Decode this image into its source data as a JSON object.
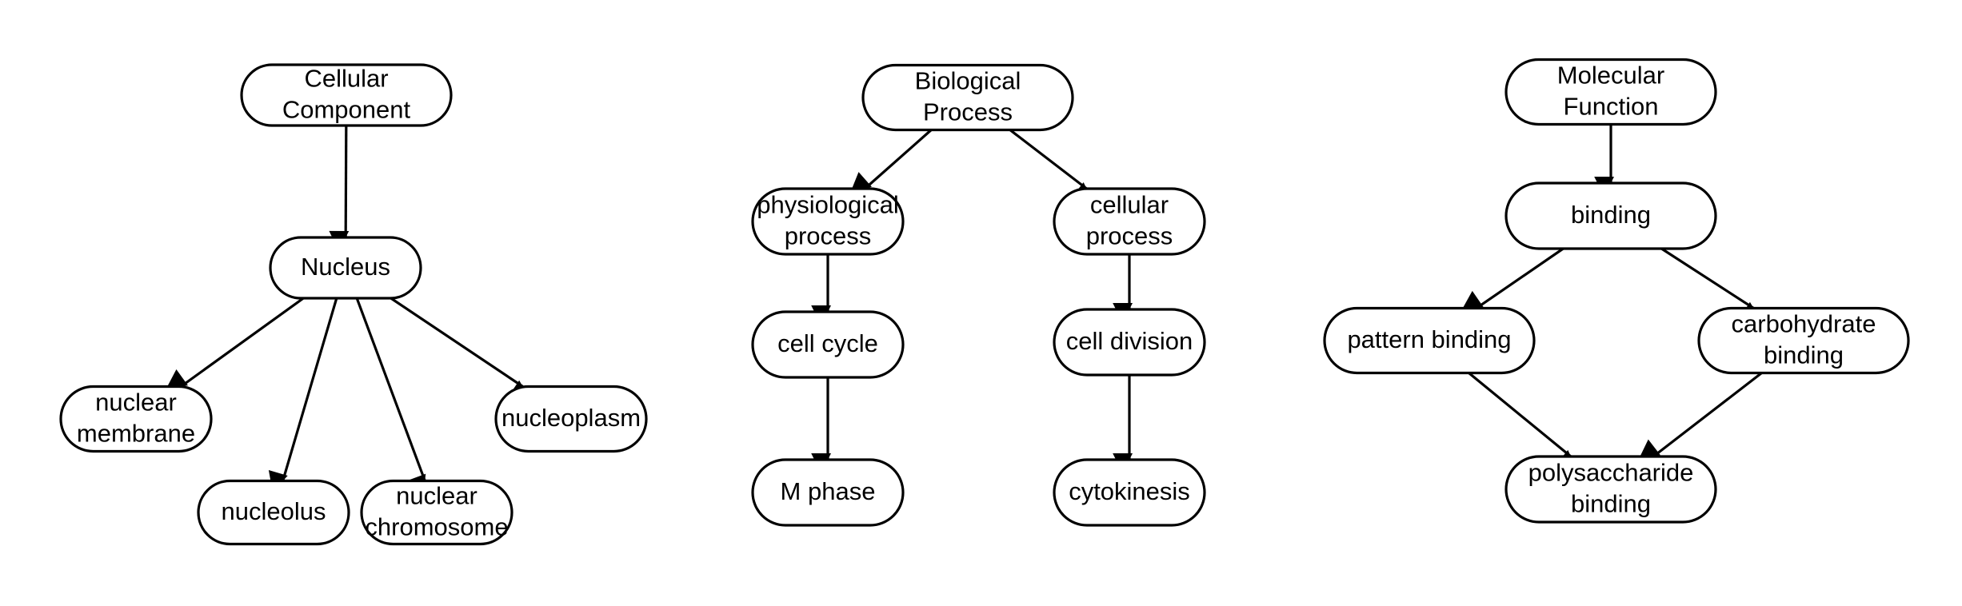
{
  "diagrams": [
    {
      "nodes": {
        "cc_root": [
          "Cellular",
          "Component"
        ],
        "nucleus": [
          "Nucleus"
        ],
        "nuclear_membrane": [
          "nuclear",
          "membrane"
        ],
        "nucleolus": [
          "nucleolus"
        ],
        "nuclear_chromosome": [
          "nuclear",
          "chromosome"
        ],
        "nucleoplasm": [
          "nucleoplasm"
        ]
      },
      "edges": [
        [
          "cc_root",
          "nucleus"
        ],
        [
          "nucleus",
          "nuclear_membrane"
        ],
        [
          "nucleus",
          "nucleolus"
        ],
        [
          "nucleus",
          "nuclear_chromosome"
        ],
        [
          "nucleus",
          "nucleoplasm"
        ]
      ]
    },
    {
      "nodes": {
        "bp_root": [
          "Biological",
          "Process"
        ],
        "physiological_process": [
          "physiological",
          "process"
        ],
        "cellular_process": [
          "cellular",
          "process"
        ],
        "cell_cycle": [
          "cell cycle"
        ],
        "cell_division": [
          "cell division"
        ],
        "m_phase": [
          "M phase"
        ],
        "cytokinesis": [
          "cytokinesis"
        ]
      },
      "edges": [
        [
          "bp_root",
          "physiological_process"
        ],
        [
          "bp_root",
          "cellular_process"
        ],
        [
          "physiological_process",
          "cell_cycle"
        ],
        [
          "cellular_process",
          "cell_division"
        ],
        [
          "cell_cycle",
          "m_phase"
        ],
        [
          "cell_division",
          "cytokinesis"
        ]
      ]
    },
    {
      "nodes": {
        "mf_root": [
          "Molecular",
          "Function"
        ],
        "binding": [
          "binding"
        ],
        "pattern_binding": [
          "pattern binding"
        ],
        "carbohydrate_binding": [
          "carbohydrate",
          "binding"
        ],
        "polysaccharide_binding": [
          "polysaccharide",
          "binding"
        ]
      },
      "edges": [
        [
          "mf_root",
          "binding"
        ],
        [
          "binding",
          "pattern_binding"
        ],
        [
          "binding",
          "carbohydrate_binding"
        ],
        [
          "pattern_binding",
          "polysaccharide_binding"
        ],
        [
          "carbohydrate_binding",
          "polysaccharide_binding"
        ]
      ]
    }
  ]
}
